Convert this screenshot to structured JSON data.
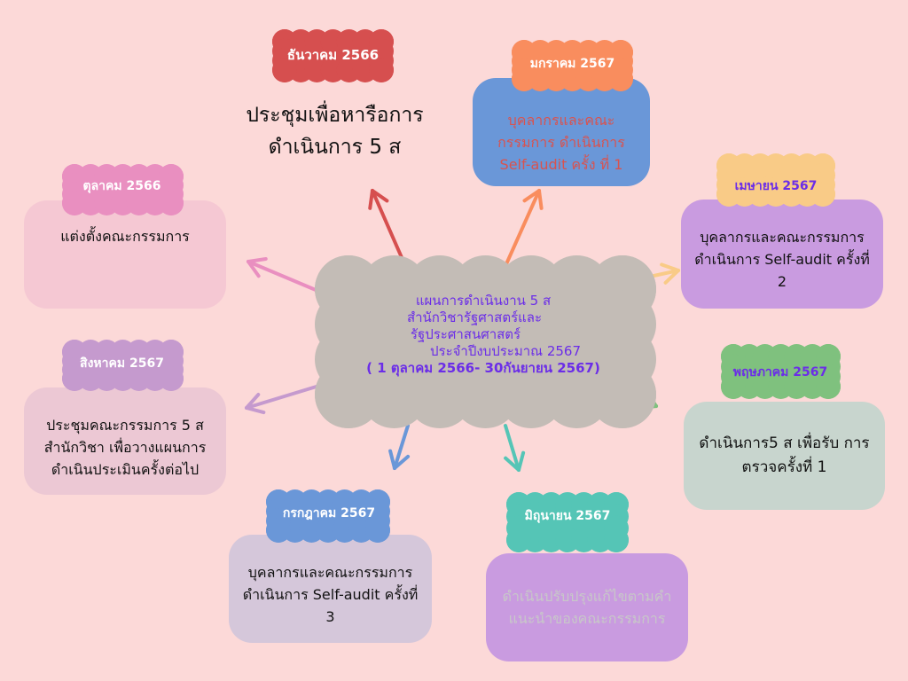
{
  "center": {
    "lines": [
      "แผนการดำเนินงาน 5 ส",
      "สำนักวิชารัฐศาสตร์และ",
      "รัฐประศาสนศาสตร์",
      "ประจำปีงบประมาณ 2567",
      "( 1 ตุลาคม 2566- 30กันยายน 2567)"
    ],
    "color": "#6b2de8"
  },
  "nodes": {
    "oct": {
      "month": "ตุลาคม 2566",
      "text": "แต่งตั้งคณะกรรมการ"
    },
    "dec": {
      "month": "ธันวาคม 2566",
      "text": "ประชุมเพื่อหารือการ ดำเนินการ 5 ส"
    },
    "jan": {
      "month": "มกราคม 2567",
      "text": "บุคลากรและคณะกรรมการ ดำเนินการ Self-audit ครั้ง ที่ 1"
    },
    "apr": {
      "month": "เมษายน 2567",
      "text": "บุคลากรและคณะกรรมการ ดำเนินการ Self-audit ครั้งที่ 2"
    },
    "may": {
      "month": "พฤษภาคม 2567",
      "text": "ดำเนินการ5 ส เพื่อรับ การตรวจครั้งที่ 1"
    },
    "jun": {
      "month": "มิถุนายน 2567",
      "text": "ดำเนินปรับปรุงแก้ไขตามคำ แนะนำของคณะกรรมการ"
    },
    "jul": {
      "month": "กรกฎาคม 2567",
      "text": "บุคลากรและคณะกรรมการ ดำเนินการ Self-audit ครั้งที่ 3"
    },
    "aug": {
      "month": "สิงหาคม 2567",
      "text": "ประชุมคณะกรรมการ 5 ส สำนักวิชา เพื่อวางแผนการ ดำเนินประเมินครั้งต่อไป"
    }
  },
  "colors": {
    "background": "#fcd9d8",
    "center_cloud": "#c3bcb6",
    "dec": "#d64f4f",
    "jan_tag": "#f98d5e",
    "jan_box": "#6a97d8",
    "oct_tag": "#e98fc0",
    "oct_box": "#f5c8d3",
    "apr_tag": "#f9cb87",
    "apr_box": "#c99be0",
    "aug_tag": "#c59ace",
    "aug_box": "#ecc8d4",
    "may_tag": "#7fc17e",
    "may_box": "#c8d5ce",
    "jul_tag": "#6a97d8",
    "jul_box": "#d5c7da",
    "jun_tag": "#55c5b6",
    "jun_box": "#c99be0"
  }
}
